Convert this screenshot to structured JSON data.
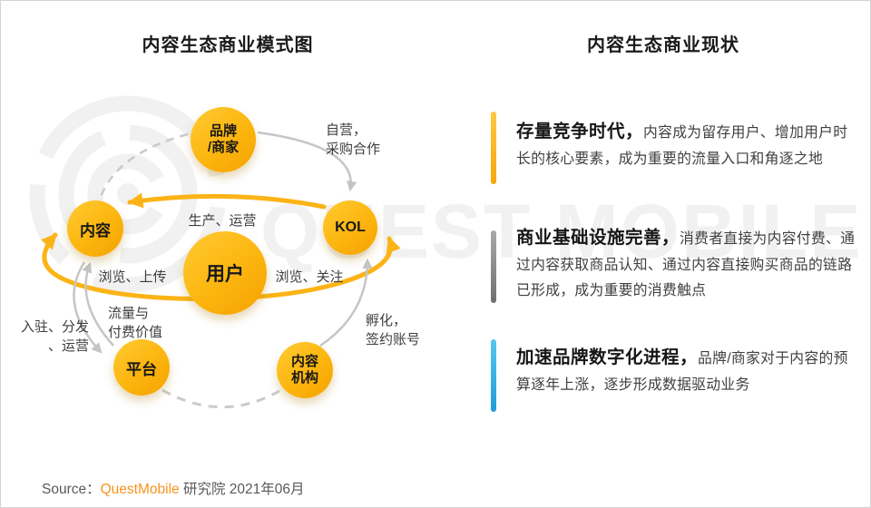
{
  "left_panel": {
    "title": "内容生态商业模式图",
    "nodes": {
      "brand": "品牌\n/商家",
      "content": "内容",
      "kol": "KOL",
      "user": "用户",
      "platform": "平台",
      "agency": "内容\n机构"
    },
    "edge_labels": {
      "self_operate": "自营，\n采购合作",
      "produce_operate": "生产、运营",
      "browse_upload": "浏览、上传",
      "browse_follow": "浏览、关注",
      "traffic_value": "流量与\n付费价值",
      "join_distribute": "入驻、分发\n、运营",
      "incubate_sign": "孵化，\n签约账号"
    }
  },
  "right_panel": {
    "title": "内容生态商业现状",
    "bullets": [
      {
        "lead": "存量竞争时代，",
        "text": "内容成为留存用户、增加用户时长的核心要素，成为重要的流量入口和角逐之地",
        "bar_colors": [
          "#ffc743",
          "#f7a608"
        ]
      },
      {
        "lead": "商业基础设施完善，",
        "text": "消费者直接为内容付费、通过内容获取商品认知、通过内容直接购买商品的链路已形成，成为重要的消费触点",
        "bar_colors": [
          "#a9a9a9",
          "#6f6f6f"
        ]
      },
      {
        "lead": "加速品牌数字化进程，",
        "text": "品牌/商家对于内容的预算逐年上涨，逐步形成数据驱动业务",
        "bar_colors": [
          "#55c7ef",
          "#1f9cd8"
        ]
      }
    ]
  },
  "watermark": {
    "text": "QUEST MOBILE"
  },
  "source": {
    "prefix": "Source：",
    "brand": "QuestMobile",
    "suffix": " 研究院 2021年06月"
  },
  "colors": {
    "primary_yellow": "#fcb316",
    "node_gradient_top": "#ffcb33",
    "node_gradient_bottom": "#f5a201",
    "gray_arrow": "#c6c6c6",
    "dashed_gray": "#cbcbcb",
    "watermark_gray": "#f1f1f1",
    "source_brand_orange": "#f7941d"
  }
}
